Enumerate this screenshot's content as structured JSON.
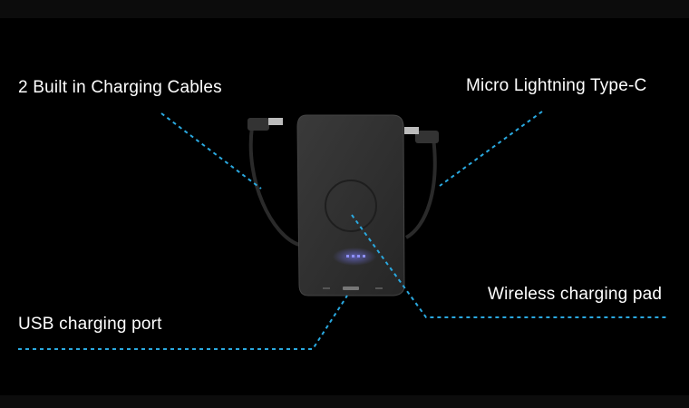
{
  "callouts": {
    "cables": "2 Built in Charging Cables",
    "connectors": "Micro Lightning Type-C",
    "wireless": "Wireless charging pad",
    "usb": "USB charging port"
  },
  "colors": {
    "background": "#000000",
    "callout_line": "#2aa9e0",
    "led": "#6a6cff",
    "device": "#2e2e2e"
  },
  "battery_indicator": {
    "leds_lit": 4,
    "leds_total": 4
  }
}
